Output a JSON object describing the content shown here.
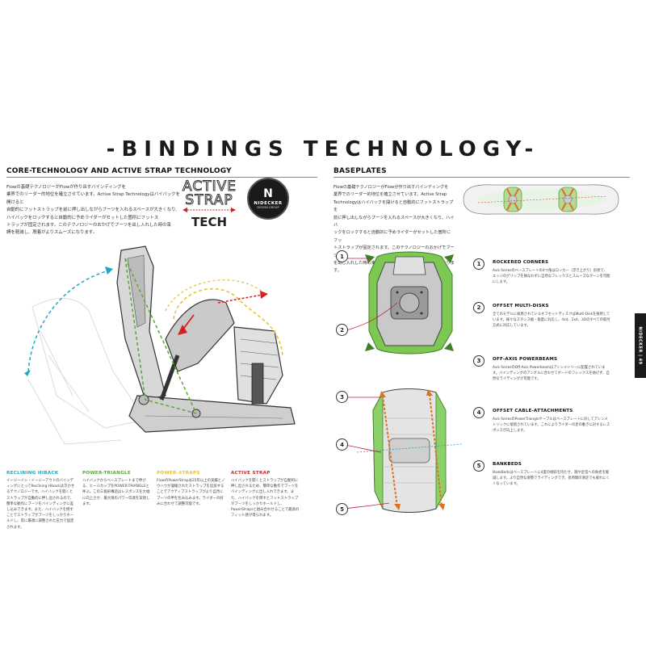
{
  "title": "-BINDINGS TECHNOLOGY-",
  "left_section": {
    "heading": "CORE-TECHNOLOGY AND ACTIVE STRAP TECHNOLOGY",
    "intro": "Flowの基礎テクノロジーがFlowが作り出すバインディングを\n業界でのリーダー的地位を確立させています。Active Strap Technologyはハイバックを開けると\n自動的にフットストラップを前に押し出しながらブーツを入れるスペースが大きくなり、\nハイバックをロックすると自動的に予めライダーがセットした箇所にフットス\nトラップが固定されます。このテクノロジーのおかげでブーツを出し入れした時の束\n縛を軽減し、脱着がよりスムーズになります。"
  },
  "logos": {
    "active_line1": "ACTIVE",
    "active_line2": "STRAP",
    "active_line3": "TECH",
    "badge_letter": "N",
    "badge_name": "NIDECKER",
    "badge_sub": "DESIGN GROUP"
  },
  "features": [
    {
      "title": "RECLINING HIBACK",
      "color": "#19a9c4",
      "text": "イージーイン・イージーアウトのバインディングにとってReclining Hibackは欠かせるテクノロジーです。ハイバックを開くとストラップが自動的に押し出されるので、簡単な動作にブーツをバインディングに差し込みできます。また、ハイバックを倒すことでストラップがブーツをしっかりホールドし、常に最適に調整された圧力で固定されます。"
    },
    {
      "title": "POWER-TRIANGLE",
      "color": "#5aa832",
      "text": "ハイバックからベースプレートまで伸びる、ヒールカップをPOWER-TRIANGLEと呼ぶ。この三角形構造はレスポンスを大幅に向上させ、最大限のパワー伝達を実現します。"
    },
    {
      "title": "POWER-STRAPS",
      "color": "#e8c020",
      "text": "FlowのPowerStrapは25年以上の実績とノウハウが凝縮されたストラップを追加することでアクティブストラップがより自然にブーツの甲を包み込みます。ライダーの好みに合わせて調整可能です。"
    },
    {
      "title": "ACTIVE STRAP",
      "color": "#d42020",
      "text": "ハイバックを開くとストラップが自動的に押し出されるため、簡単な動作でブーツをバインディングに出し入れできます。また、ハイバックを倒すとフットストラップがブーツをしっかりホールドし、PowerStrapsと組み合わせることで最高のフィット感が得られます。"
    }
  ],
  "right_section": {
    "heading": "BASEPLATES",
    "intro": "Flowの基礎テクノロジーがFlowが作り出すバインディングを\n業界でのリーダー的地位を確立させています。Active Strap\nTechnologyはハイバックを開けると自動的にフットストラップを\n前に押し出しながらブーツを入れるスペースが大きくなり、ハイバ\nックをロックすると自動的に予めライダーがセットした箇所にフッ\nトストラップが固定されます。このテクノロジーのおかげでブーツ\nを出し入れした時の束縛を軽減し、脱着がよりスムーズになります。"
  },
  "baseplate_items": [
    {
      "num": "1",
      "title": "ROCKERED CORNERS",
      "text": "Axis Seriesのベースプレートの4つ角はロッカー（浮き上がり）形状で、エッジのグリップを損なわずに自然なフレックスとスムーズなターンを可能にします。"
    },
    {
      "num": "2",
      "title": "OFFSET MULTI-DISKS",
      "text": "全てのモデルに採用されているオフセットディスクはMulti-Diskを採用しています。様々なスタンス幅・角度に対応し、4x4、2x4、3Dのすべての取付方式に対応しています。"
    },
    {
      "num": "3",
      "title": "OFF-AXIS POWERBEAMS",
      "text": "Axis SeriesのOff-Axis Powerbeamはアシンメトリーに配置されています。バインディングのアングルに合わせてボードのフレックスを妨げず、自然なライディングが可能です。"
    },
    {
      "num": "4",
      "title": "OFFSET CABLE-ATTACHMENTS",
      "text": "Axis SeriesのPowerTriangleケーブルはベースプレートに対してアシンメトリックに接続されています。これによりライダーの足の動きに対するレスポンスが向上します。"
    },
    {
      "num": "5",
      "title": "BANKBEDS",
      "text": "BankBedsはベースプレートに4度の傾斜を持たせ、膝や足首への負担を軽減します。より自然な姿勢でライディングでき、長時間の滑走でも疲れにくくなっています。"
    }
  ],
  "callout_numbers": [
    "1",
    "2",
    "3",
    "4",
    "5"
  ],
  "side_tab": "NIDECKER  | 49",
  "colors": {
    "green": "#5aa832",
    "orange": "#e07020",
    "cyan": "#19a9c4",
    "yellow": "#e8c020",
    "red": "#d42020"
  }
}
